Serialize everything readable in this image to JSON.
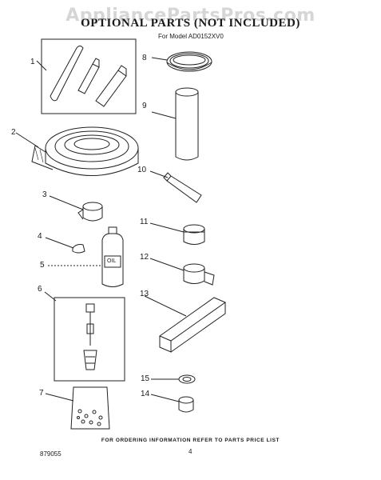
{
  "watermark": "AppliancePartsPros.com",
  "title": "OPTIONAL PARTS (NOT INCLUDED)",
  "subtitle": "For Model AD0152XV0",
  "footer": "FOR ORDERING INFORMATION REFER TO PARTS PRICE LIST",
  "diagram_code": "879055",
  "page_number": "4",
  "callouts": [
    "1",
    "2",
    "3",
    "4",
    "5",
    "6",
    "7",
    "8",
    "9",
    "10",
    "11",
    "12",
    "13",
    "14",
    "15"
  ],
  "item_labels": {
    "oil_bottle": "OIL"
  }
}
